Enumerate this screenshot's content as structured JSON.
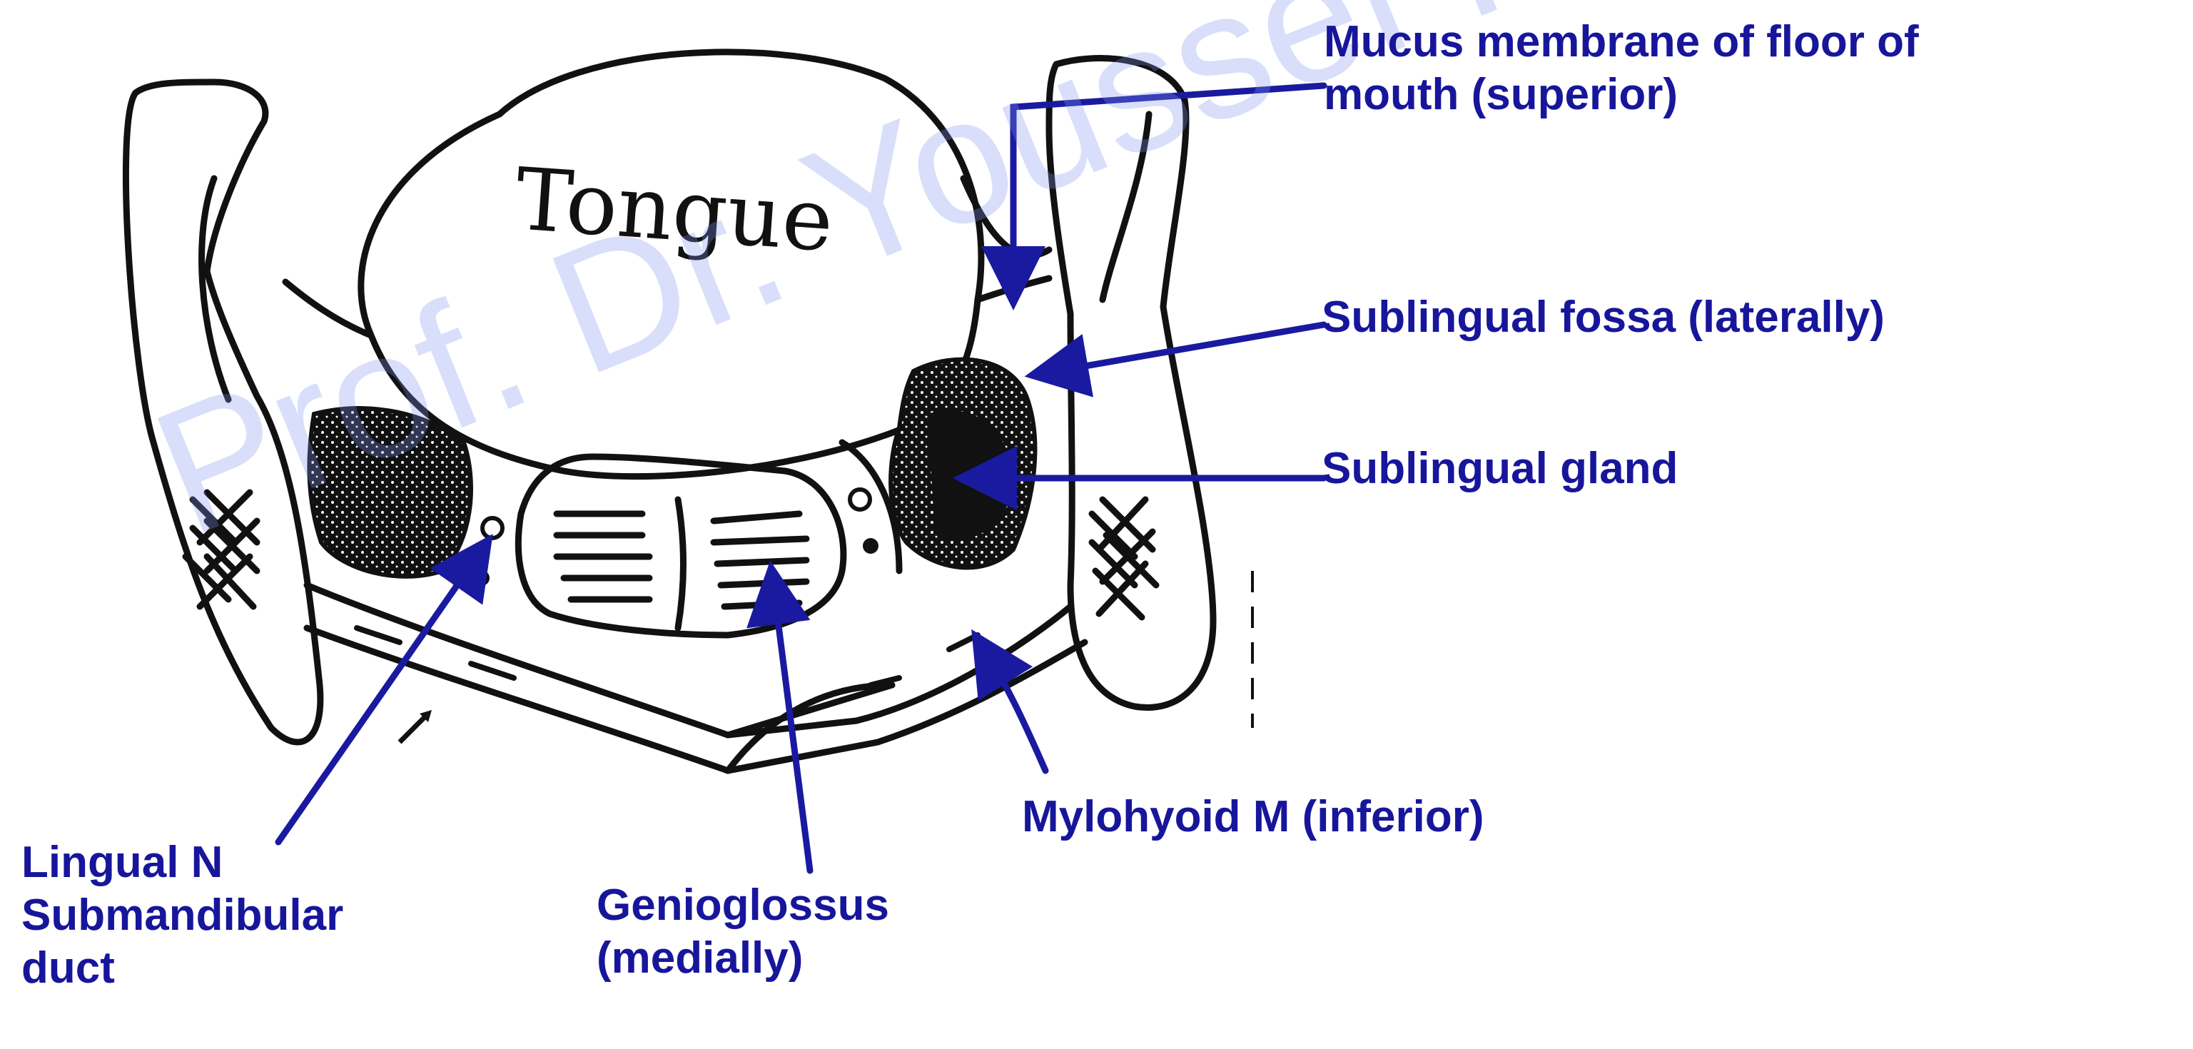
{
  "diagram": {
    "tongue_label": "Tongue",
    "labels": {
      "mucus_line1": "Mucus membrane of floor of",
      "mucus_line2": "mouth (superior)",
      "fossa": "Sublingual fossa (laterally)",
      "gland": "Sublingual gland",
      "mylohyoid": "Mylohyoid M (inferior)",
      "lingual_line1": "Lingual N",
      "lingual_line2": "Submandibular",
      "lingual_line3": "duct",
      "genio_line1": "Genioglossus",
      "genio_line2": "(medially)"
    },
    "watermark": "Prof. Dr. Youssef Hussein",
    "colors": {
      "label": "#17169b",
      "arrow": "#1a1aa0",
      "ink": "#111111",
      "watermark": "#8296f0"
    }
  }
}
